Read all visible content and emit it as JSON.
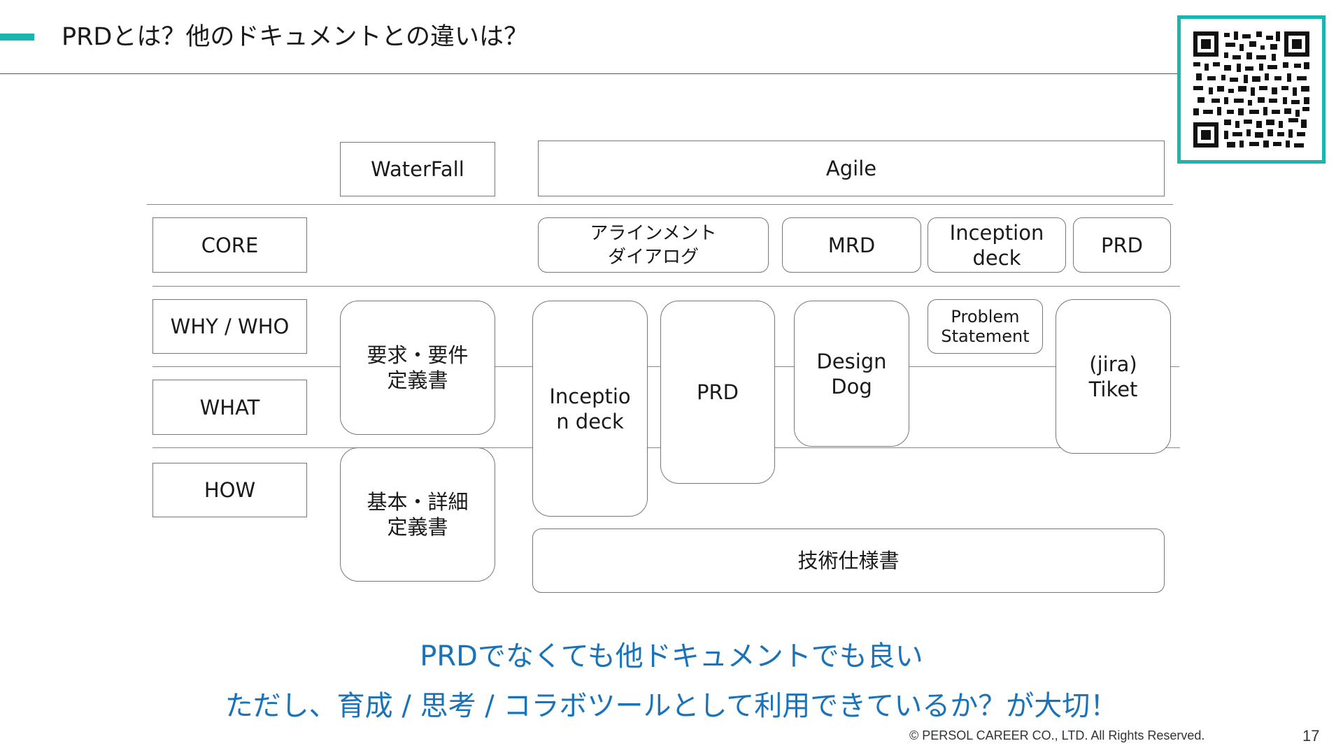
{
  "header": {
    "title": "PRDとは？他のドキュメントとの違いは？",
    "accent_color": "#1ab5ad"
  },
  "qr_code": {
    "icon": "qr-code-icon"
  },
  "diagram": {
    "columns": {
      "waterfall": "WaterFall",
      "agile": "Agile"
    },
    "rows": {
      "core": "CORE",
      "why_who": "WHY / WHO",
      "what": "WHAT",
      "how": "HOW"
    },
    "core_items": {
      "alignment_dialog": "アラインメント\nダイアログ",
      "mrd": "MRD",
      "inception_deck": "Inception\ndeck",
      "prd": "PRD"
    },
    "waterfall_docs": {
      "requirements": "要求・要件\n定義書",
      "basic_detail": "基本・詳細\n定義書"
    },
    "agile_docs": {
      "inception_deck": "Inceptio\nn deck",
      "prd": "PRD",
      "design_doc": "Design\nDog",
      "problem_statement": "Problem\nStatement",
      "jira_ticket": "(jira)\nTiket",
      "tech_spec": "技術仕様書"
    }
  },
  "messages": {
    "line1": "PRDでなくても他ドキュメントでも良い",
    "line2": "ただし、育成 / 思考 / コラボツールとして利用できているか？が大切！",
    "color": "#1a73b8"
  },
  "footer": {
    "copyright": "© PERSOL CAREER CO., LTD. All Rights Reserved.",
    "page_number": "17"
  }
}
